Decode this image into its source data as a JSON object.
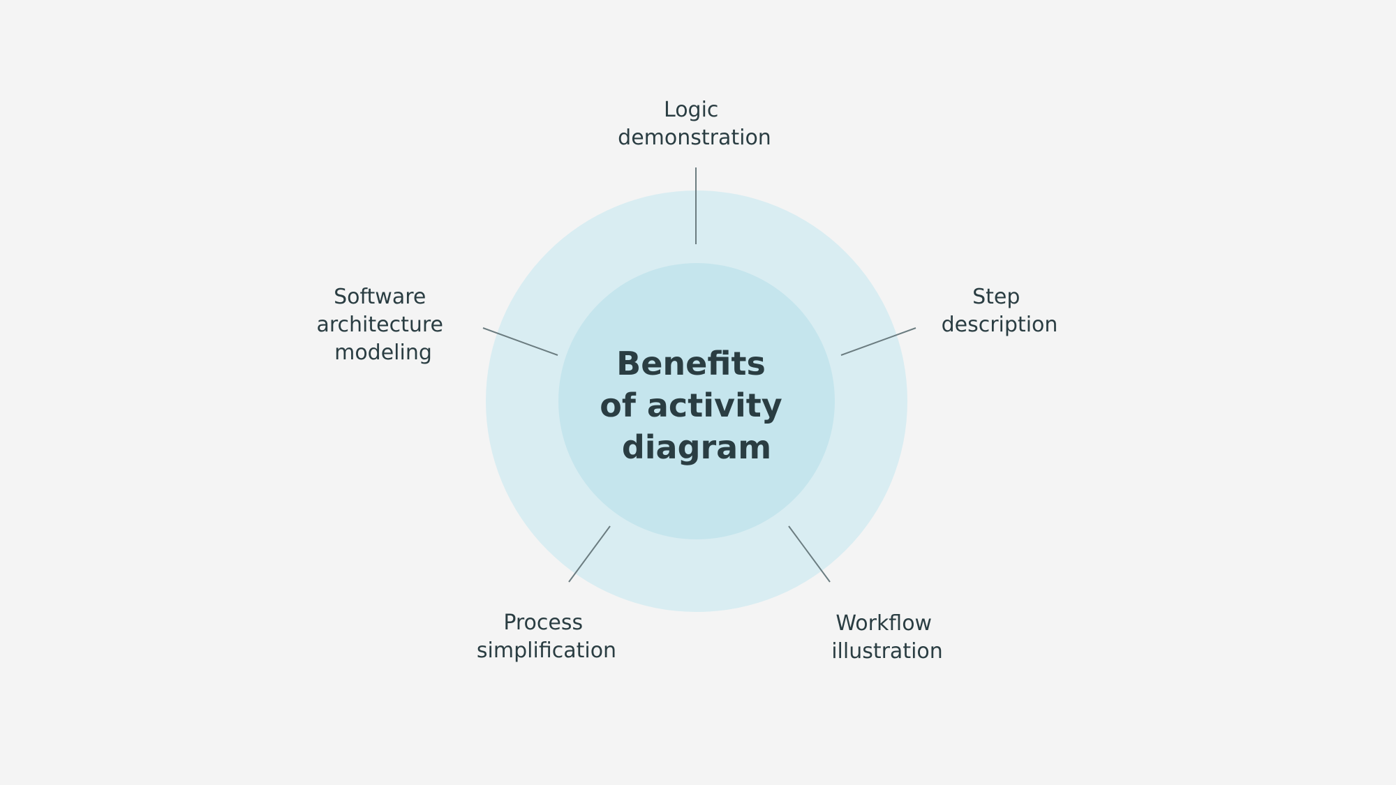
{
  "center": {
    "lines": [
      "Benefits",
      "of activity",
      "diagram"
    ]
  },
  "benefits": [
    {
      "id": "logic-demonstration",
      "lines": [
        "Logic",
        "demonstration"
      ]
    },
    {
      "id": "step-description",
      "lines": [
        "Step",
        "description"
      ]
    },
    {
      "id": "workflow-illustration",
      "lines": [
        "Workflow",
        "illustration"
      ]
    },
    {
      "id": "process-simplification",
      "lines": [
        "Process",
        "simplification"
      ]
    },
    {
      "id": "software-architecture-modeling",
      "lines": [
        "Software",
        "architecture",
        "modeling"
      ]
    }
  ],
  "colors": {
    "background": "#f4f4f4",
    "outer_ring": "#d9edf2",
    "inner_circle": "#c5e5ed",
    "text": "#2a3d42",
    "connector": "#6b7c80"
  }
}
